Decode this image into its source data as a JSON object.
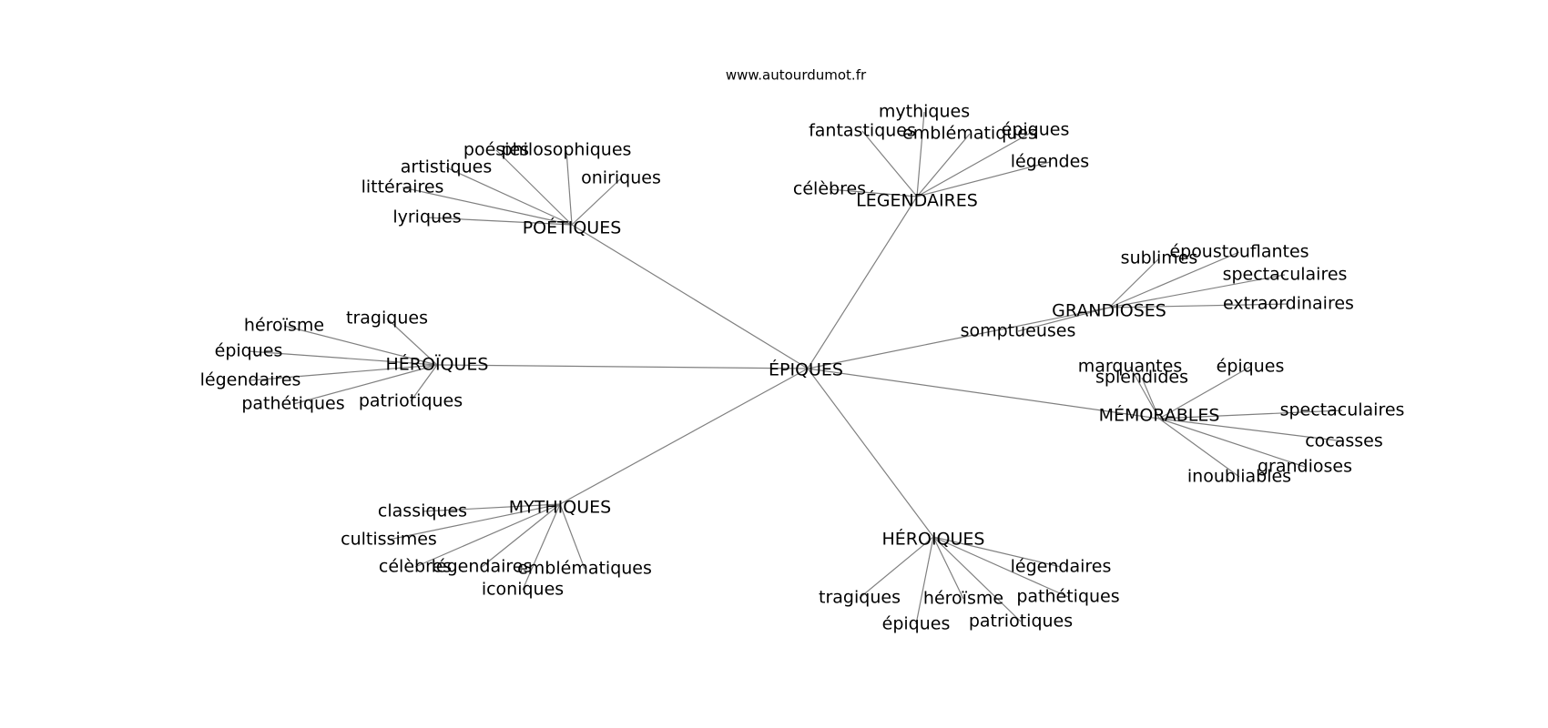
{
  "source": "www.autourdumot.fr",
  "center": {
    "label": "ÉPIQUES"
  },
  "hubs": [
    {
      "label": "POÉTIQUES",
      "leaves": [
        "poésies",
        "philosophiques",
        "artistiques",
        "oniriques",
        "littéraires",
        "lyriques"
      ]
    },
    {
      "label": "LÉGENDAIRES",
      "leaves": [
        "mythiques",
        "fantastiques",
        "emblématiques",
        "épiques",
        "légendes",
        "célèbres"
      ]
    },
    {
      "label": "GRANDIOSES",
      "leaves": [
        "sublimes",
        "époustouflantes",
        "spectaculaires",
        "extraordinaires",
        "somptueuses"
      ]
    },
    {
      "label": "MÉMORABLES",
      "leaves": [
        "marquantes",
        "splendides",
        "épiques",
        "spectaculaires",
        "cocasses",
        "grandioses",
        "inoubliables"
      ]
    },
    {
      "label": "HÉROIQUES",
      "leaves": [
        "légendaires",
        "pathétiques",
        "patriotiques",
        "héroïsme",
        "tragiques",
        "épiques"
      ]
    },
    {
      "label": "MYTHIQUES",
      "leaves": [
        "classiques",
        "cultissimes",
        "célèbres",
        "légendaires",
        "emblématiques",
        "iconiques"
      ]
    },
    {
      "label": "HÉROÏQUES",
      "leaves": [
        "tragiques",
        "héroïsme",
        "épiques",
        "légendaires",
        "pathétiques",
        "patriotiques"
      ]
    }
  ]
}
